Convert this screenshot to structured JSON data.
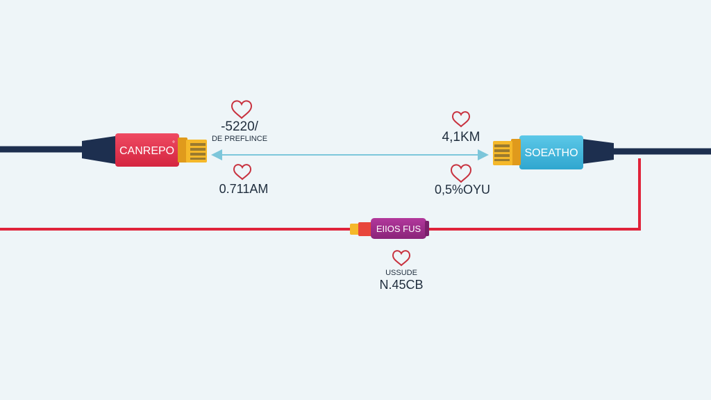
{
  "colors": {
    "background": "#eef5f8",
    "cable_dark": "#1d2f4f",
    "cable_red": "#e0233a",
    "left_connector": "#e6304a",
    "right_connector": "#3fb7dc",
    "middle_connector": "#9b2c8a",
    "plug_gold": "#f5b82a",
    "arrow": "#7cc6da",
    "heart": "#c8323f",
    "text": "#1f2d3d"
  },
  "connectors": {
    "left": {
      "label": "CANREPO",
      "mark": "°"
    },
    "right": {
      "label": "SOEATHO"
    },
    "middle": {
      "label": "EIIOS FUS"
    }
  },
  "readouts": {
    "left_top_value": "-5220/",
    "left_top_caption": "DE PREFLINCE",
    "left_bottom_value": "0.711AM",
    "right_top_value": "4,1KM",
    "right_bottom_value": "0,5%OYU",
    "bottom_caption": "USSUDE",
    "bottom_value": "N.45CB"
  },
  "icons": {
    "hearts": [
      "heart-icon",
      "heart-icon",
      "heart-icon",
      "heart-icon",
      "heart-icon"
    ],
    "arrow": "double-arrow"
  }
}
